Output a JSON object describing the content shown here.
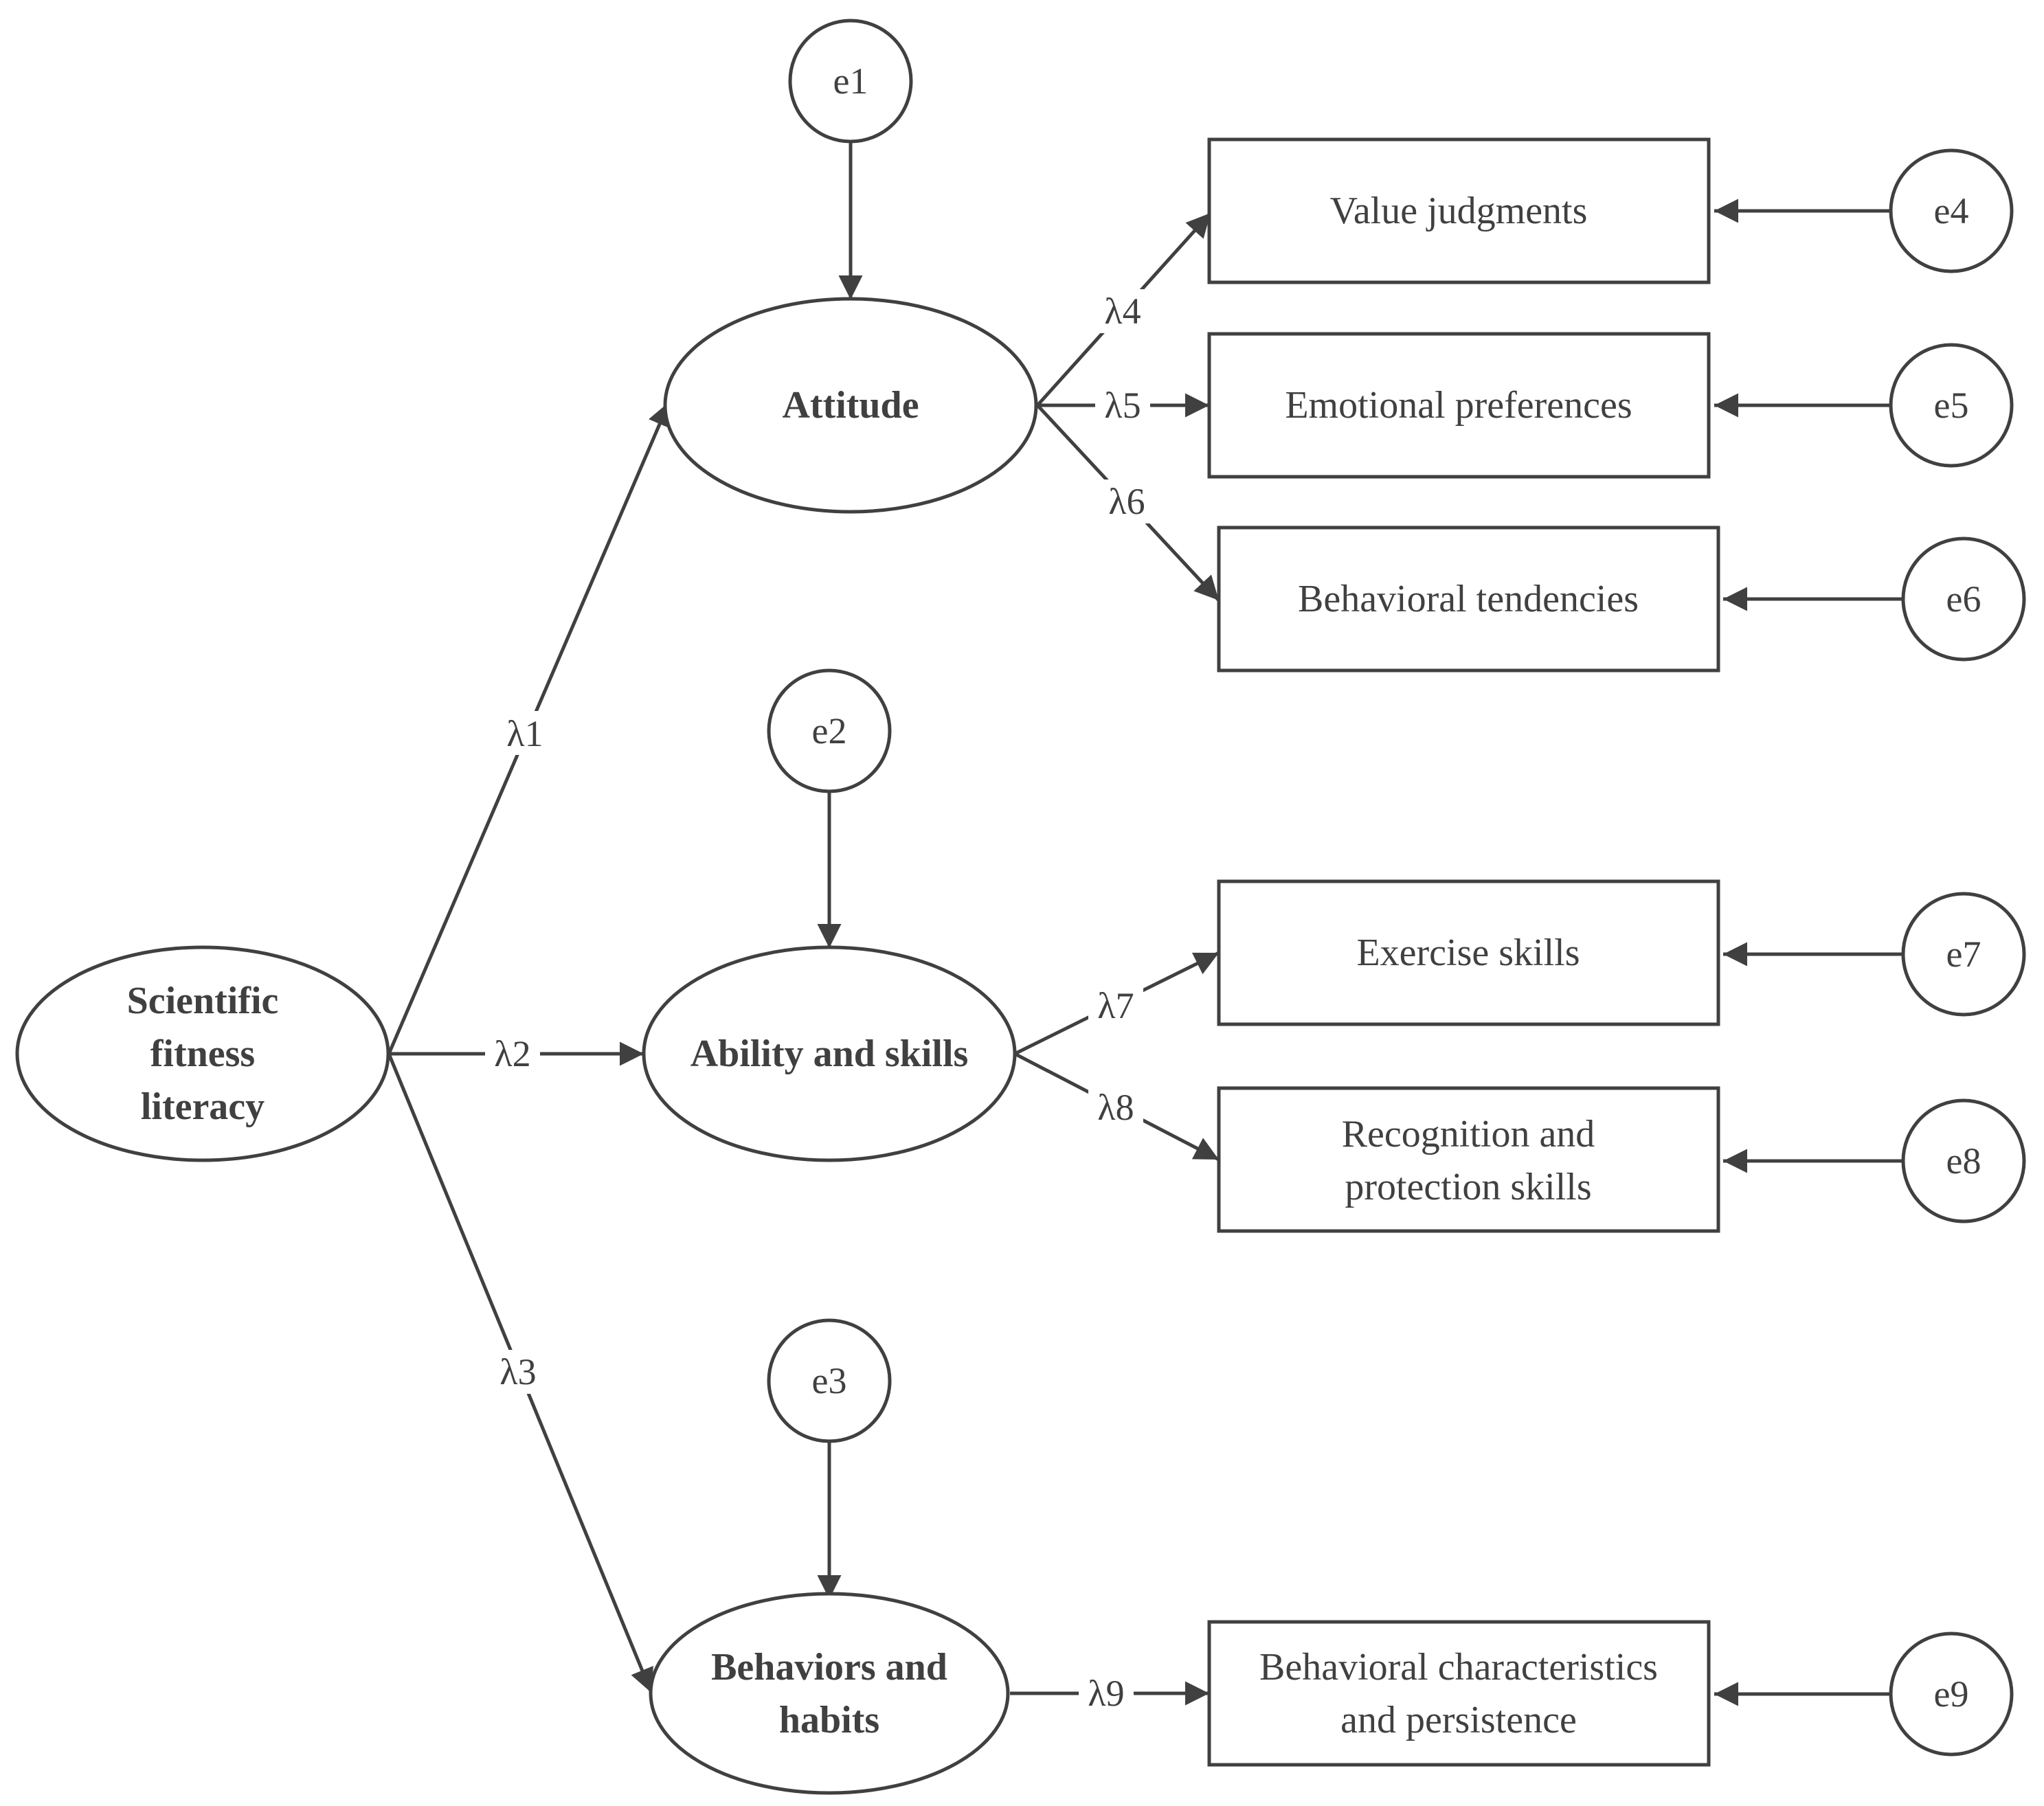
{
  "latents": {
    "sfl": {
      "lines": [
        "Scientific",
        "fitness",
        "literacy"
      ]
    },
    "attitude": {
      "lines": [
        "Attitude"
      ]
    },
    "ability": {
      "lines": [
        "Ability and skills"
      ]
    },
    "behaviors": {
      "lines": [
        "Behaviors and",
        "habits"
      ]
    }
  },
  "observed": {
    "value": {
      "lines": [
        "Value judgments"
      ]
    },
    "emotional": {
      "lines": [
        "Emotional preferences"
      ]
    },
    "behavioral_tend": {
      "lines": [
        "Behavioral tendencies"
      ]
    },
    "exercise": {
      "lines": [
        "Exercise skills"
      ]
    },
    "recognition": {
      "lines": [
        "Recognition and",
        "protection skills"
      ]
    },
    "behavioral_char": {
      "lines": [
        "Behavioral characteristics",
        "and persistence"
      ]
    }
  },
  "errors": {
    "e1": "e1",
    "e2": "e2",
    "e3": "e3",
    "e4": "e4",
    "e5": "e5",
    "e6": "e6",
    "e7": "e7",
    "e8": "e8",
    "e9": "e9"
  },
  "loadings": {
    "l1": "λ1",
    "l2": "λ2",
    "l3": "λ3",
    "l4": "λ4",
    "l5": "λ5",
    "l6": "λ6",
    "l7": "λ7",
    "l8": "λ8",
    "l9": "λ9"
  }
}
